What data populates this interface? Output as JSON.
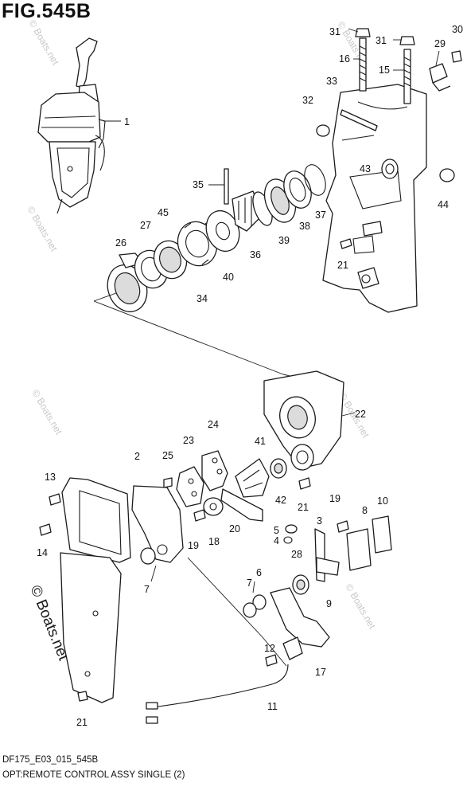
{
  "figure": {
    "title": "FIG.545B",
    "footer_code": "DF175_E03_015_545B",
    "footer_description": "OPT:REMOTE CONTROL ASSY SINGLE (2)"
  },
  "watermarks": {
    "small": "© Boats.net",
    "large": "© Boats.net"
  },
  "callouts": [
    {
      "id": "c1",
      "text": "1"
    },
    {
      "id": "c2",
      "text": "2"
    },
    {
      "id": "c3",
      "text": "3"
    },
    {
      "id": "c4",
      "text": "4"
    },
    {
      "id": "c5",
      "text": "5"
    },
    {
      "id": "c6",
      "text": "6"
    },
    {
      "id": "c7a",
      "text": "7"
    },
    {
      "id": "c7b",
      "text": "7"
    },
    {
      "id": "c8",
      "text": "8"
    },
    {
      "id": "c9",
      "text": "9"
    },
    {
      "id": "c10",
      "text": "10"
    },
    {
      "id": "c11",
      "text": "11"
    },
    {
      "id": "c12",
      "text": "12"
    },
    {
      "id": "c13",
      "text": "13"
    },
    {
      "id": "c14",
      "text": "14"
    },
    {
      "id": "c15",
      "text": "15"
    },
    {
      "id": "c16",
      "text": "16"
    },
    {
      "id": "c17",
      "text": "17"
    },
    {
      "id": "c18",
      "text": "18"
    },
    {
      "id": "c19a",
      "text": "19"
    },
    {
      "id": "c19b",
      "text": "19"
    },
    {
      "id": "c20",
      "text": "20"
    },
    {
      "id": "c21a",
      "text": "21"
    },
    {
      "id": "c21b",
      "text": "21"
    },
    {
      "id": "c21c",
      "text": "21"
    },
    {
      "id": "c22",
      "text": "22"
    },
    {
      "id": "c23",
      "text": "23"
    },
    {
      "id": "c24",
      "text": "24"
    },
    {
      "id": "c25",
      "text": "25"
    },
    {
      "id": "c26",
      "text": "26"
    },
    {
      "id": "c27",
      "text": "27"
    },
    {
      "id": "c28",
      "text": "28"
    },
    {
      "id": "c29",
      "text": "29"
    },
    {
      "id": "c30",
      "text": "30"
    },
    {
      "id": "c31a",
      "text": "31"
    },
    {
      "id": "c31b",
      "text": "31"
    },
    {
      "id": "c32",
      "text": "32"
    },
    {
      "id": "c33",
      "text": "33"
    },
    {
      "id": "c34",
      "text": "34"
    },
    {
      "id": "c35",
      "text": "35"
    },
    {
      "id": "c36",
      "text": "36"
    },
    {
      "id": "c37",
      "text": "37"
    },
    {
      "id": "c38",
      "text": "38"
    },
    {
      "id": "c39",
      "text": "39"
    },
    {
      "id": "c40",
      "text": "40"
    },
    {
      "id": "c41",
      "text": "41"
    },
    {
      "id": "c42",
      "text": "42"
    },
    {
      "id": "c43",
      "text": "43"
    },
    {
      "id": "c44",
      "text": "44"
    },
    {
      "id": "c45",
      "text": "45"
    }
  ]
}
